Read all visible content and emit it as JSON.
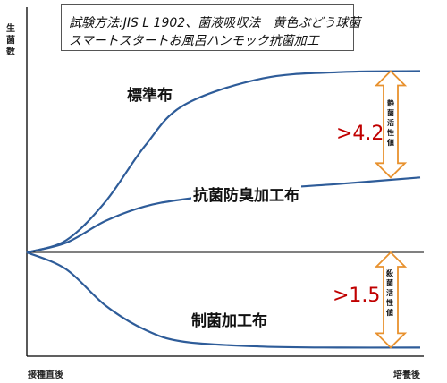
{
  "chart_data": {
    "type": "line",
    "title_lines": [
      "試験方法:JIS L 1902、菌液吸収法　黄色ぶどう球菌",
      "スマートスタートお風呂ハンモック抗菌加工"
    ],
    "ylabel": "生菌数",
    "xlabels": [
      "接種直後",
      "培養後"
    ],
    "series": [
      {
        "name": "標準布",
        "x": [
          0,
          0.1,
          0.2,
          0.3,
          0.4,
          0.6,
          0.8,
          1.0
        ],
        "y": [
          0,
          0.25,
          1.05,
          2.2,
          3.05,
          3.6,
          3.73,
          3.75
        ]
      },
      {
        "name": "抗菌防臭加工布",
        "x": [
          0,
          0.1,
          0.2,
          0.3,
          0.4,
          0.6,
          0.8,
          1.0
        ],
        "y": [
          0,
          0.2,
          0.65,
          0.95,
          1.1,
          1.3,
          1.42,
          1.55
        ]
      },
      {
        "name": "制菌加工布",
        "x": [
          0,
          0.1,
          0.2,
          0.3,
          0.4,
          0.6,
          0.8,
          1.0
        ],
        "y": [
          0,
          -0.35,
          -1.1,
          -1.6,
          -1.85,
          -1.95,
          -1.97,
          -1.97
        ]
      }
    ],
    "annotations": [
      {
        "value_text": ">4.2",
        "label": "静菌活性値",
        "from_series": "抗菌防臭加工布",
        "to_series": "標準布"
      },
      {
        "value_text": ">1.5",
        "label": "殺菌活性値",
        "from_series": "制菌加工布",
        "to_series": "baseline"
      }
    ],
    "colors": {
      "line": "#2e5c99",
      "arrow": "#e8912e",
      "value": "#c00000"
    }
  }
}
